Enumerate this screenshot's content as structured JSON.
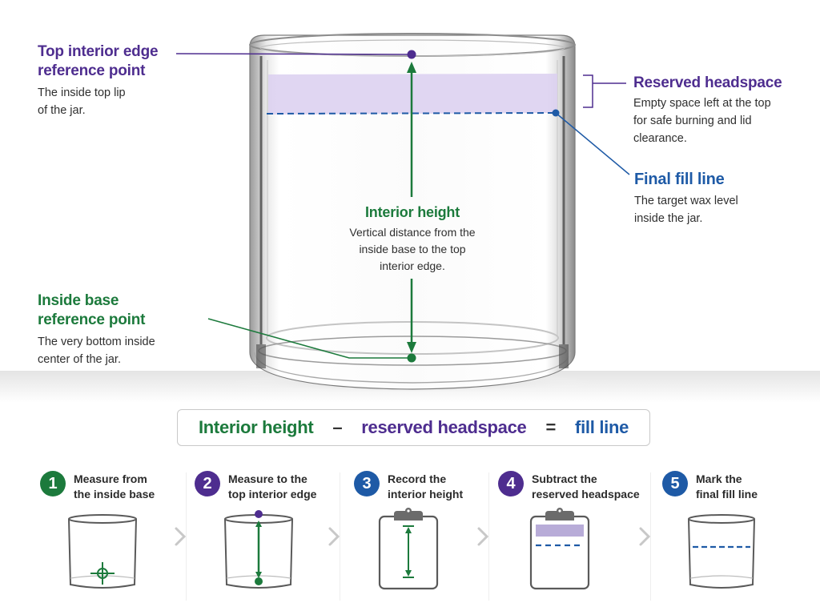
{
  "colors": {
    "purple": "#4e2d8f",
    "green": "#1c7a3c",
    "blue": "#1e5aa6",
    "headspace_fill": "#d9cdef",
    "chevron": "#c8c8c8",
    "icon_stroke": "#5a5a5a"
  },
  "callouts": {
    "top_edge": {
      "title_line1": "Top interior edge",
      "title_line2": "reference point",
      "desc_line1": "The inside top lip",
      "desc_line2": "of the jar."
    },
    "headspace": {
      "title": "Reserved headspace",
      "desc_line1": "Empty space left at the top",
      "desc_line2": "for safe burning and lid",
      "desc_line3": "clearance."
    },
    "fill_line": {
      "title": "Final fill line",
      "desc_line1": "The target wax level",
      "desc_line2": "inside the jar."
    },
    "interior_height": {
      "title": "Interior height",
      "desc_line1": "Vertical distance from the",
      "desc_line2": "inside base to the top",
      "desc_line3": "interior edge."
    },
    "inside_base": {
      "title_line1": "Inside base",
      "title_line2": "reference point",
      "desc_line1": "The very bottom inside",
      "desc_line2": "center of the jar."
    }
  },
  "formula": {
    "term1": "Interior height",
    "op1": "–",
    "term2": "reserved headspace",
    "op2": "=",
    "result": "fill line"
  },
  "steps": [
    {
      "number": "1",
      "line1": "Measure from",
      "line2": "the inside base",
      "icon": "jar-crosshair-icon"
    },
    {
      "number": "2",
      "line1": "Measure to the",
      "line2": "top interior edge",
      "icon": "jar-measure-arrow-icon"
    },
    {
      "number": "3",
      "line1": "Record the",
      "line2": "interior height",
      "icon": "clipboard-height-icon"
    },
    {
      "number": "4",
      "line1": "Subtract the",
      "line2": "reserved headspace",
      "icon": "clipboard-headspace-icon"
    },
    {
      "number": "5",
      "line1": "Mark the",
      "line2": "final fill line",
      "icon": "jar-fill-line-icon"
    }
  ]
}
